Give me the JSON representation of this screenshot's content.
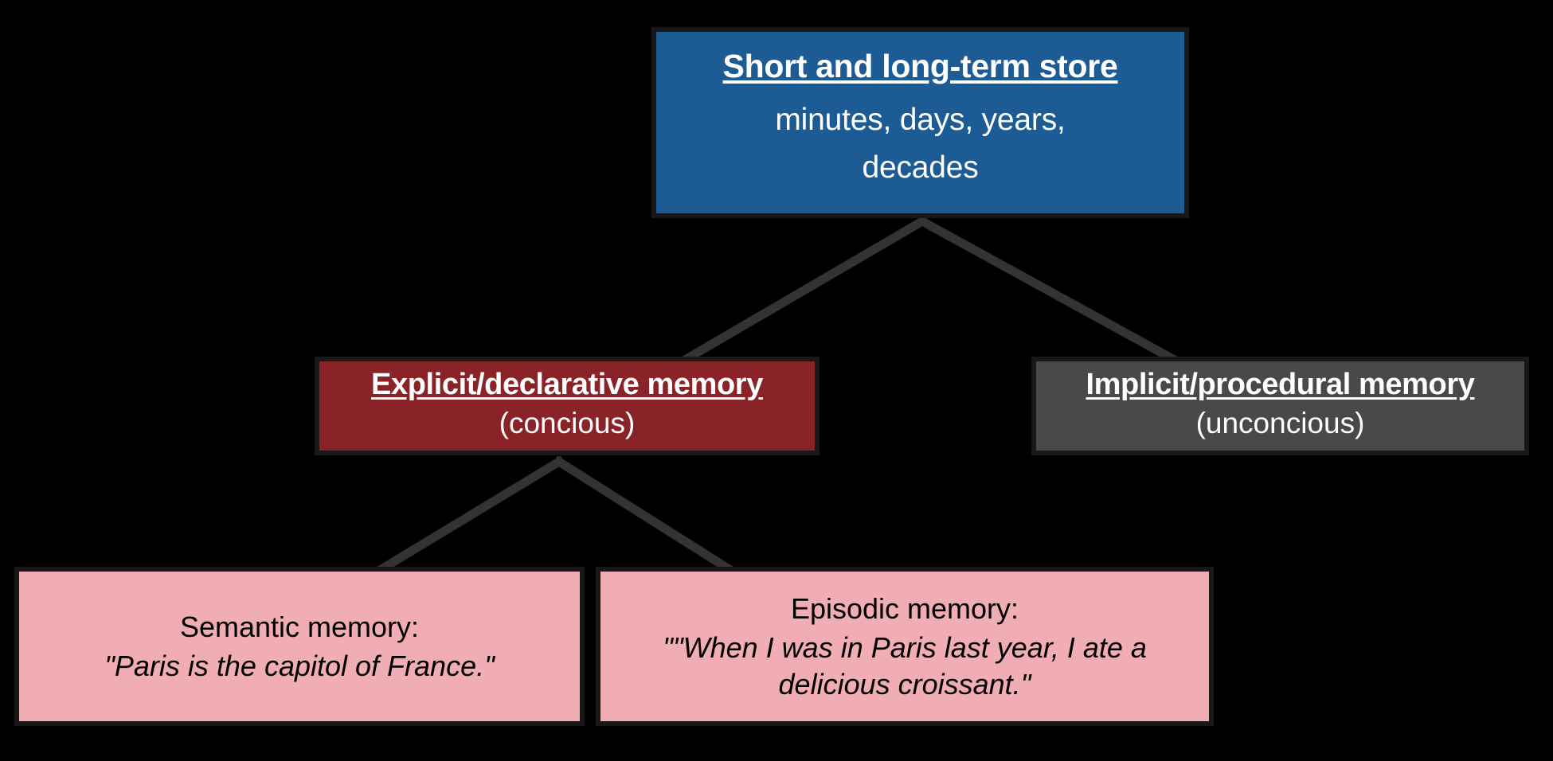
{
  "diagram": {
    "type": "hierarchy-tree",
    "background_color": "#000000",
    "connector_color": "#333333",
    "nodes": [
      {
        "id": "root",
        "title": "Short and long-term store",
        "subtitle": "minutes, days, years, decades",
        "fill_color": "#1C5B93",
        "text_color": "#FFFFFF",
        "level": 0
      },
      {
        "id": "explicit",
        "title": "Explicit/declarative memory",
        "subtitle": "(concious)",
        "fill_color": "#8A2328",
        "text_color": "#FFFFFF",
        "level": 1
      },
      {
        "id": "implicit",
        "title": "Implicit/procedural memory",
        "subtitle": "(unconcious)",
        "fill_color": "#494949",
        "text_color": "#FFFFFF",
        "level": 1
      },
      {
        "id": "semantic",
        "lead": "Semantic memory:",
        "quote": "\"Paris is the capitol of France.\"",
        "fill_color": "#F0ADB3",
        "text_color": "#000000",
        "level": 2
      },
      {
        "id": "episodic",
        "lead": "Episodic memory:",
        "quote": "\"\"When I was in Paris last year, I ate a delicious croissant.\"",
        "fill_color": "#F0ADB3",
        "text_color": "#000000",
        "level": 2
      }
    ],
    "edges": [
      {
        "from": "root",
        "to": "explicit"
      },
      {
        "from": "root",
        "to": "implicit"
      },
      {
        "from": "explicit",
        "to": "semantic"
      },
      {
        "from": "explicit",
        "to": "episodic"
      }
    ]
  }
}
